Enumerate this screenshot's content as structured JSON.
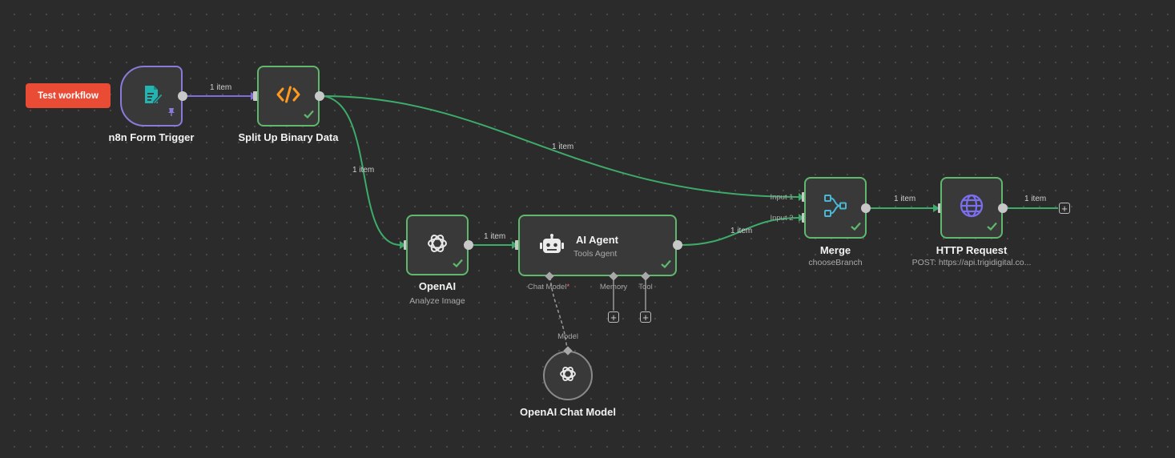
{
  "toolbar": {
    "test_workflow_label": "Test workflow"
  },
  "nodes": {
    "form_trigger": {
      "title": "n8n Form Trigger",
      "icon": "form-pen-icon"
    },
    "split_binary": {
      "title": "Split Up Binary Data",
      "icon": "code-icon"
    },
    "openai": {
      "title": "OpenAI",
      "subtitle": "Analyze Image",
      "icon": "openai-icon"
    },
    "ai_agent": {
      "title": "AI Agent",
      "subtitle": "Tools Agent",
      "icon": "robot-icon",
      "ports": {
        "chat_model": "Chat Model",
        "required_mark": "*",
        "memory": "Memory",
        "tool": "Tool"
      }
    },
    "chat_model": {
      "title": "OpenAI Chat Model",
      "port_label": "Model",
      "icon": "openai-icon"
    },
    "merge": {
      "title": "Merge",
      "subtitle": "chooseBranch",
      "icon": "merge-icon",
      "input1": "Input 1",
      "input2": "Input 2"
    },
    "http_request": {
      "title": "HTTP Request",
      "subtitle": "POST: https://api.trigidigital.co...",
      "icon": "globe-icon"
    }
  },
  "edges": {
    "trigger_to_split": "1 item",
    "split_to_merge": "1 item",
    "split_to_openai": "1 item",
    "openai_to_agent": "1 item",
    "agent_to_merge": "1 item",
    "merge_to_http": "1 item",
    "http_out": "1 item"
  },
  "colors": {
    "canvas": "#2b2b2b",
    "node_border": "#5fb86d",
    "edge": "#3dab6a",
    "trigger_border": "#8b7ad9",
    "trigger_edge": "#7c6fd8",
    "accent_button": "#ea4b35",
    "code_icon": "#ff9a1f",
    "form_icon": "#23b3b0",
    "merge_icon": "#49b6d4",
    "globe_icon": "#7b6ff0"
  }
}
